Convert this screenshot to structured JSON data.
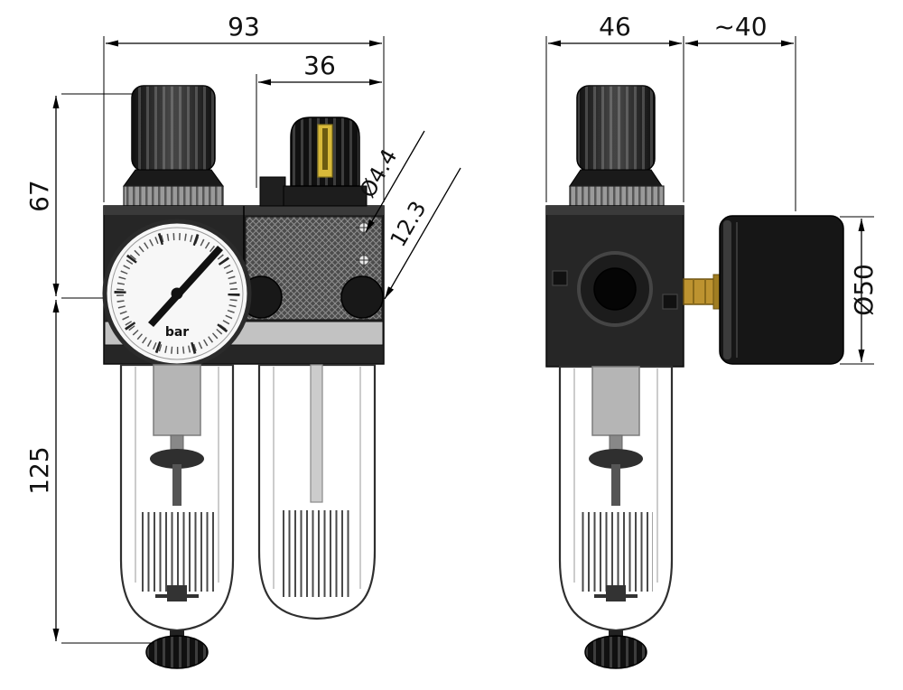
{
  "drawing": {
    "type": "technical-dimension-drawing",
    "subject": "filter-regulator-lubricator unit, front and side views",
    "background": "#ffffff",
    "line_color": "#1a1a1a",
    "accent_brass": "#bd9330",
    "accent_yellow": "#d8b93a",
    "dimensions": {
      "width_total": "93",
      "lubricator_width": "36",
      "height_upper": "67",
      "height_lower": "125",
      "hole_diameter": "Ø4.4",
      "hole_offset": "12.3",
      "body_width_side": "46",
      "gauge_depth": "~40",
      "gauge_diameter": "Ø50"
    },
    "gauge": {
      "unit_label": "bar"
    }
  }
}
